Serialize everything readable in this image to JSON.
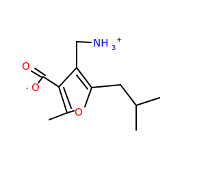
{
  "molecule": {
    "atoms": {
      "ammonium": {
        "symbol": "NH",
        "subscript": "3",
        "charge": "+"
      },
      "carboxyl_carbonyl_oxygen": {
        "symbol": "O"
      },
      "carboxyl_anion_oxygen": {
        "symbol": "O",
        "charge": "-"
      },
      "ring_oxygen": {
        "symbol": "O"
      }
    },
    "colors": {
      "bond": "#000000",
      "nitrogen": "#0000ff",
      "oxygen": "#ff0000",
      "charge": "#000000"
    }
  }
}
